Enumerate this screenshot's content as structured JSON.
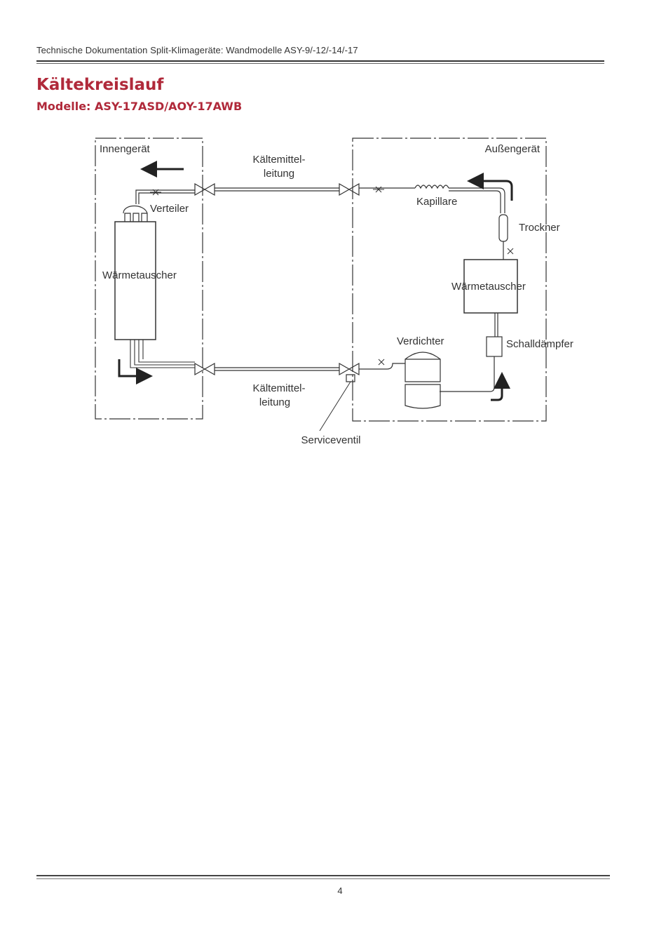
{
  "header": {
    "doc_title": "Technische Dokumentation Split-Klimageräte: Wandmodelle ASY-9/-12/-14/-17"
  },
  "page": {
    "title": "Kältekreislauf",
    "subtitle": "Modelle: ASY-17ASD/AOY-17AWB",
    "page_number": "4"
  },
  "diagram": {
    "indoor_unit": "Innengerät",
    "outdoor_unit": "Außengerät",
    "line_top_1": "Kältemittel-",
    "line_top_2": "leitung",
    "line_bottom_1": "Kältemittel-",
    "line_bottom_2": "leitung",
    "distributor": "Verteiler",
    "heat_exchanger_indoor": "Wärmetauscher",
    "capillary": "Kapillare",
    "dryer": "Trockner",
    "heat_exchanger_outdoor": "Wärmetauscher",
    "compressor": "Verdichter",
    "muffler": "Schalldämpfer",
    "service_valve": "Serviceventil"
  },
  "colors": {
    "title": "#b0293a",
    "line": "#333333"
  }
}
